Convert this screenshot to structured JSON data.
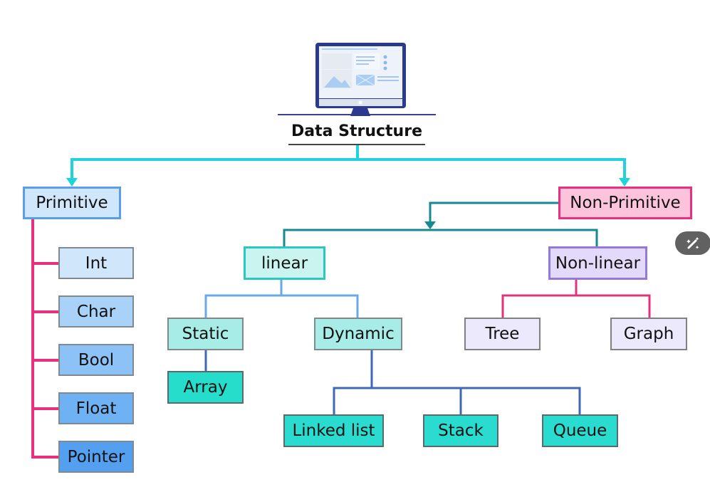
{
  "diagram": {
    "title": "Data Structure",
    "root_icon": "computer-monitor-icon",
    "nodes": {
      "primitive": "Primitive",
      "non_primitive": "Non-Primitive",
      "int": "Int",
      "char": "Char",
      "bool": "Bool",
      "float": "Float",
      "pointer": "Pointer",
      "linear": "linear",
      "non_linear": "Non-linear",
      "static": "Static",
      "dynamic": "Dynamic",
      "array": "Array",
      "linked_list": "Linked list",
      "stack": "Stack",
      "queue": "Queue",
      "tree": "Tree",
      "graph": "Graph"
    },
    "edges": [
      [
        "Data Structure",
        "Primitive"
      ],
      [
        "Data Structure",
        "Non-Primitive"
      ],
      [
        "Primitive",
        "Int"
      ],
      [
        "Primitive",
        "Char"
      ],
      [
        "Primitive",
        "Bool"
      ],
      [
        "Primitive",
        "Float"
      ],
      [
        "Primitive",
        "Pointer"
      ],
      [
        "Non-Primitive",
        "linear"
      ],
      [
        "Non-Primitive",
        "Non-linear"
      ],
      [
        "linear",
        "Static"
      ],
      [
        "linear",
        "Dynamic"
      ],
      [
        "Static",
        "Array"
      ],
      [
        "Dynamic",
        "Linked list"
      ],
      [
        "Dynamic",
        "Stack"
      ],
      [
        "Dynamic",
        "Queue"
      ],
      [
        "Non-linear",
        "Tree"
      ],
      [
        "Non-linear",
        "Graph"
      ]
    ],
    "colors": {
      "root_connector": "#1fd3dd",
      "primitive_connector": "#e8307e",
      "non_primitive_connector": "#168a91",
      "linear_connector": "#6aa8e6",
      "dynamic_connector": "#3f68b5",
      "non_linear_connector": "#e0337a"
    }
  },
  "overlay": {
    "magic_button_icon": "magic-wand-icon"
  }
}
